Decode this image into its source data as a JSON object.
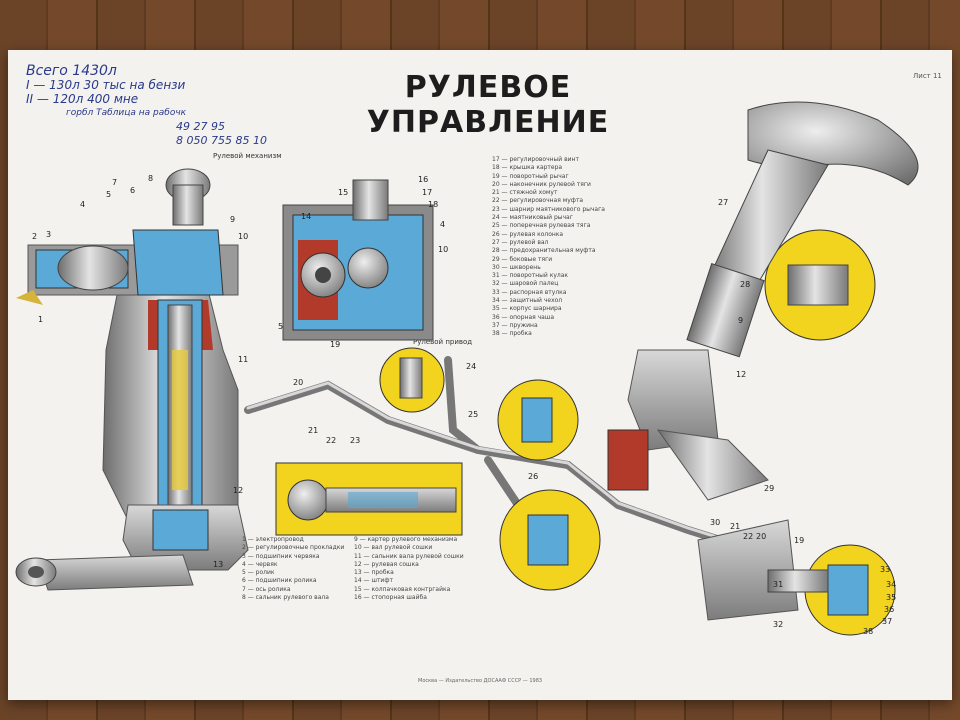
{
  "title": "РУЛЕВОЕ УПРАВЛЕНИЕ",
  "sheet_number": "Лист 11",
  "handwritten": {
    "line1": "Всего 1430л",
    "line2": "I  — 130л  30 тыс на бензи",
    "line3": "II  — 120л  400 мне",
    "line4": "горбл Таблица на рабочк",
    "line5": "49 27 95",
    "line6": "8 050 755 85 10"
  },
  "subtitles": {
    "mechanism": "Рулевой механизм",
    "drive": "Рулевой привод"
  },
  "legend_left": [
    "1 — электропровод",
    "2 — регулировочные прокладки",
    "3 — подшипник червяка",
    "4 — червяк",
    "5 — ролик",
    "6 — подшипник ролика",
    "7 — ось ролика",
    "8 — сальник рулевого вала"
  ],
  "legend_mid": [
    "9 — картер рулевого механизма",
    "10 — вал рулевой сошки",
    "11 — сальник вала рулевой сошки",
    "12 — рулевая сошка",
    "13 — пробка",
    "14 — штифт",
    "15 — колпачковая контргайка",
    "16 — стопорная шайба"
  ],
  "legend_right": [
    "17 — регулировочный винт",
    "18 — крышка картера",
    "19 — поворотный рычаг",
    "20 — наконечник рулевой тяги",
    "21 — стяжной хомут",
    "22 — регулировочная муфта",
    "23 — шарнир маятникового рычага",
    "24 — маятниковый рычаг",
    "25 — поперечная рулевая тяга",
    "26 — рулевая колонка",
    "27 — рулевой вал",
    "28 — предохранительная муфта",
    "29 — боковые тяги",
    "30 — шкворень",
    "31 — поворотный кулак",
    "32 — шаровой палец",
    "33 — распорная втулка",
    "34 — защитный чехол",
    "35 — корпус шарнира",
    "36 — опорная чаша",
    "37 — пружина",
    "38 — пробка"
  ],
  "footer": "Москва — Издательство ДОСААФ СССР — 1983",
  "callouts": [
    "1",
    "2",
    "3",
    "4",
    "5",
    "6",
    "7",
    "8",
    "9",
    "10",
    "11",
    "12",
    "13",
    "14",
    "15",
    "16",
    "17",
    "18",
    "4",
    "5",
    "19",
    "20",
    "21",
    "22",
    "23",
    "24",
    "25",
    "26",
    "27",
    "28",
    "9",
    "12",
    "29",
    "30",
    "21",
    "22",
    "20",
    "19",
    "31",
    "32",
    "33",
    "34",
    "35",
    "36",
    "37",
    "38"
  ],
  "colors": {
    "poster": "#f4f2ee",
    "blue": "#5aa9d6",
    "yellow": "#f2d41f",
    "metal": "#9b9b9b",
    "red": "#c0392b",
    "ink": "#2a3a8a"
  }
}
